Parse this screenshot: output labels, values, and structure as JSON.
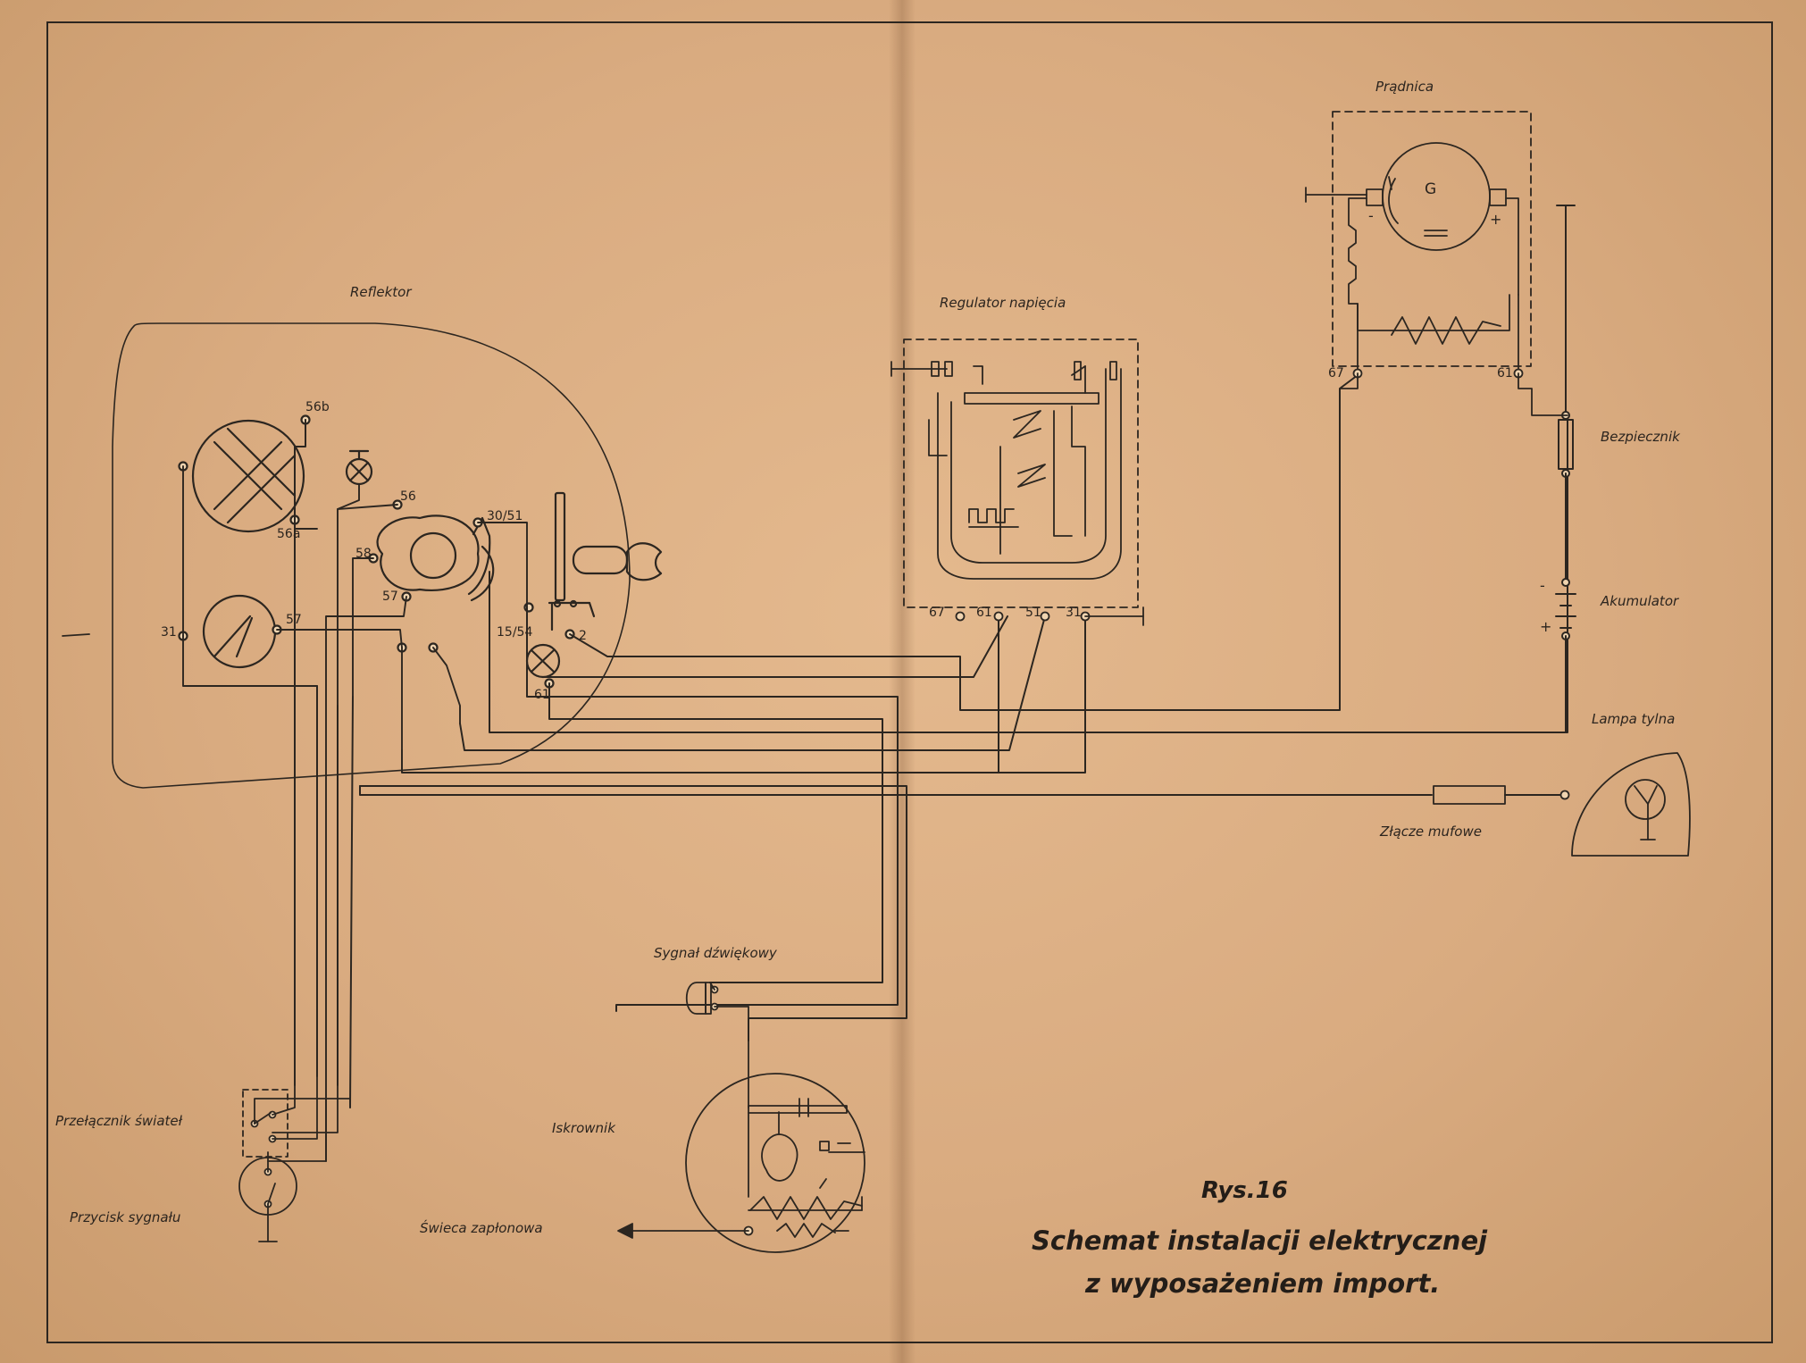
{
  "labels": {
    "reflektor": "Reflektor",
    "regulator": "Regulator napięcia",
    "pradnica": "Prądnica",
    "bezpiecznik": "Bezpiecznik",
    "akumulator": "Akumulator",
    "lampa": "Lampa tylna",
    "zlacze": "Złącze mufowe",
    "sygnal": "Sygnał dźwiękowy",
    "iskrownik": "Iskrownik",
    "przelacznik": "Przełącznik świateł",
    "przycisk": "Przycisk sygnału",
    "swieca": "Świeca zapłonowa"
  },
  "terminals": {
    "t56b": "56b",
    "t56a": "56a",
    "t56": "56",
    "t58": "58",
    "t57a": "57",
    "t3051": "30/51",
    "t31": "31",
    "t57": "57",
    "t1554": "15/54",
    "t2": "2",
    "t61a": "61",
    "r67": "67",
    "r61": "61",
    "r51": "51",
    "r31": "31",
    "g67": "67",
    "g61": "61",
    "gG": "G",
    "gminus": "-",
    "gplus": "+",
    "bminus": "-",
    "bplus": "+"
  },
  "title": {
    "figure": "Rys.16",
    "line1": "Schemat instalacji elektrycznej",
    "line2": "z wyposażeniem import."
  }
}
